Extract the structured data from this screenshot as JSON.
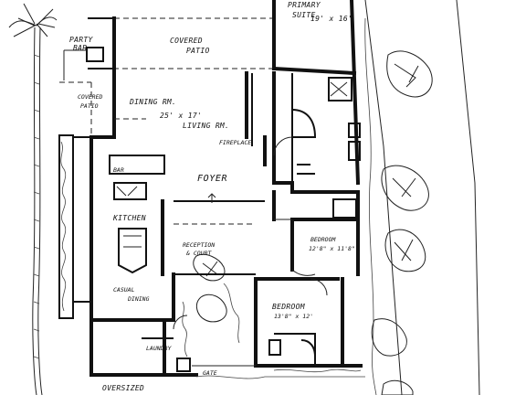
{
  "labels": {
    "party_bar_1": "PARTY",
    "party_bar_2": "BAR",
    "covered_patio_top_1": "COVERED",
    "covered_patio_top_2": "PATIO",
    "primary_suite_1": "PRIMARY",
    "primary_suite_2": "SUITE",
    "primary_suite_dim": "19' x 16'",
    "covered_patio_left_1": "COVERED",
    "covered_patio_left_2": "PATIO",
    "dining_rm": "DINING RM.",
    "dining_dim": "25' x 17'",
    "living_rm": "LIVING RM.",
    "fireplace": "FIREPLACE",
    "bar": "BAR",
    "foyer": "FOYER",
    "kitchen": "KITCHEN",
    "bedroom_right": "BEDROOM",
    "bedroom_right_dim": "12'8\" x 11'8\"",
    "reception_1": "RECEPTION",
    "reception_2": "& COURT",
    "casual_dining_1": "CASUAL",
    "casual_dining_2": "DINING",
    "bedroom_bottom": "BEDROOM",
    "bedroom_bottom_dim": "13'8\" x 12'",
    "laundry": "LAUNDRY",
    "gate": "GATE",
    "oversized": "OVERSIZED"
  }
}
